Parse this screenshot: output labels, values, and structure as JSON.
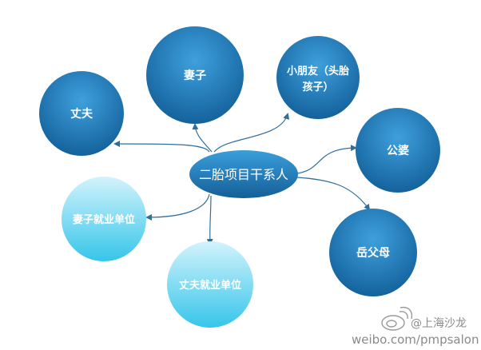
{
  "diagram": {
    "center": {
      "label": "二胎项目干系人"
    },
    "nodes": {
      "husband": {
        "label": "丈夫"
      },
      "wife": {
        "label": "妻子"
      },
      "child_line1": {
        "label": "小朋友（头胎"
      },
      "child_line2": {
        "label": "孩子）"
      },
      "in_laws": {
        "label": "公婆"
      },
      "wife_employer": {
        "label": "妻子就业单位"
      },
      "husband_employer": {
        "label": "丈夫就业单位"
      },
      "wife_parents": {
        "label": "岳父母"
      }
    }
  },
  "watermark": {
    "handle": "@上海沙龙",
    "url": "weibo.com/pmpsalon"
  },
  "colors": {
    "dark_node": "#1d78b8",
    "dark_node_light": "#3a9ad6",
    "light_node": "#5fd0ee",
    "light_node_light": "#c9f0fb",
    "arrow": "#2e6f9e"
  }
}
